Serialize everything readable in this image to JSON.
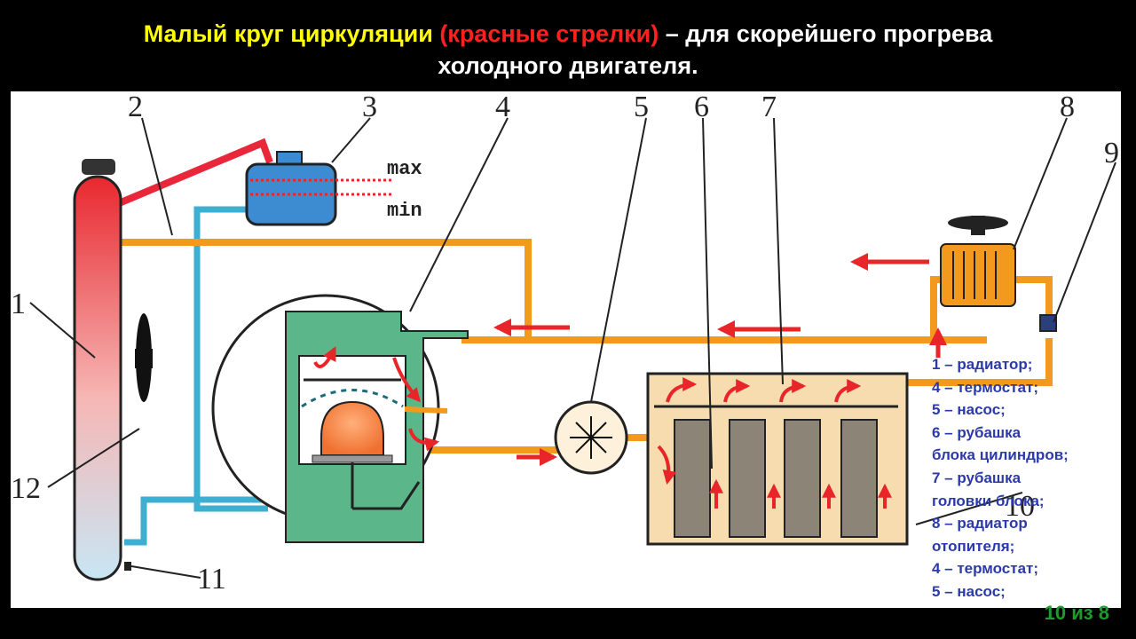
{
  "title": {
    "part1": "Малый круг циркуляции ",
    "part2": "(красные стрелки)",
    "part3": " – для скорейшего прогрева",
    "line2": "холодного двигателя."
  },
  "diagram": {
    "tank_levels": {
      "max": "max",
      "min": "min"
    },
    "callouts": [
      "1",
      "2",
      "3",
      "4",
      "5",
      "6",
      "7",
      "8",
      "9",
      "10",
      "11",
      "12"
    ]
  },
  "legend": [
    "1 – радиатор;",
    "4 – термостат;",
    "5 – насос;",
    "6 – рубашка",
    "блока цилиндров;",
    "7 – рубашка",
    "головки блока;",
    "8 – радиатор",
    "отопителя;",
    "4 – термостат;",
    "5 – насос;"
  ],
  "page_counter": "10 из 8",
  "colors": {
    "hot_pipe": "#f39a1e",
    "cold_pipe": "#3eaed1",
    "arrow": "#e8262a",
    "thermostat": "#5bb68a",
    "engine_block": "#f6dcae"
  }
}
